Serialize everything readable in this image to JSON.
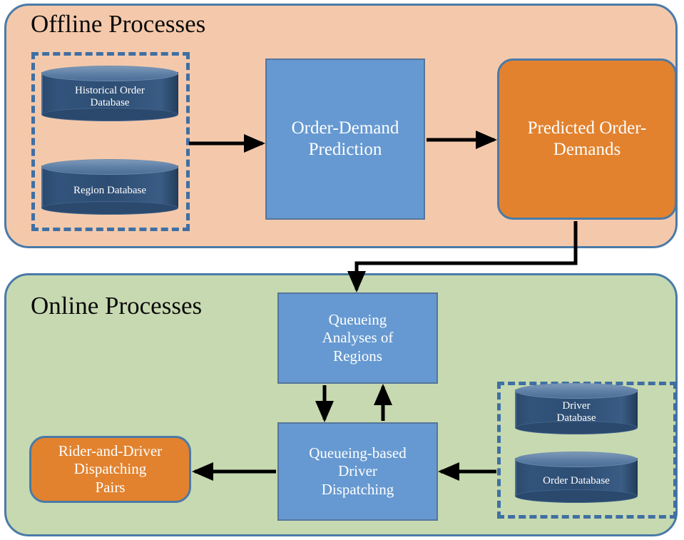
{
  "diagram": {
    "title_offline": "Offline Processes",
    "title_online": "Online Processes",
    "colors": {
      "offline_panel": "#f4c9ab",
      "online_panel": "#c7d9b0",
      "panel_border": "#4a7aa8",
      "process_box": "#6699d1",
      "artifact_box": "#e2822e",
      "database_body": "#2d4d73",
      "dashed_group_border": "#3f6fa3",
      "arrow": "#000000",
      "node_text": "#ffffff",
      "title_text": "#0a0a0a"
    }
  },
  "offline": {
    "title": "Offline Processes",
    "databases": [
      {
        "label": "Historical Order\nDatabase",
        "line1": "Historical Order",
        "line2": "Database"
      },
      {
        "label": "Region Database",
        "line1": "Region Database",
        "line2": ""
      }
    ],
    "nodes": [
      {
        "id": "order-demand-prediction",
        "line1": "Order-Demand",
        "line2": "Prediction",
        "type": "process"
      },
      {
        "id": "predicted-order-demands",
        "line1": "Predicted Order-",
        "line2": "Demands",
        "type": "artifact"
      }
    ]
  },
  "online": {
    "title": "Online Processes",
    "databases": [
      {
        "label": "Driver\nDatabase",
        "line1": "Driver",
        "line2": "Database"
      },
      {
        "label": "Order Database",
        "line1": "Order Database",
        "line2": ""
      }
    ],
    "nodes": [
      {
        "id": "queueing-analyses",
        "line1": "Queueing",
        "line2": "Analyses of",
        "line3": "Regions",
        "type": "process"
      },
      {
        "id": "queueing-dispatching",
        "line1": "Queueing-based",
        "line2": "Driver",
        "line3": "Dispatching",
        "type": "process"
      },
      {
        "id": "rider-driver-pairs",
        "line1": "Rider-and-Driver",
        "line2": "Dispatching",
        "line3": "Pairs",
        "type": "artifact"
      }
    ]
  },
  "edges": [
    {
      "from": "offline-database-group",
      "to": "order-demand-prediction",
      "style": "solid-arrow"
    },
    {
      "from": "order-demand-prediction",
      "to": "predicted-order-demands",
      "style": "solid-arrow"
    },
    {
      "from": "predicted-order-demands",
      "to": "queueing-analyses",
      "style": "elbow-arrow"
    },
    {
      "from": "queueing-analyses",
      "to": "queueing-dispatching",
      "style": "solid-arrow"
    },
    {
      "from": "queueing-dispatching",
      "to": "queueing-analyses",
      "style": "solid-arrow"
    },
    {
      "from": "queueing-dispatching",
      "to": "rider-driver-pairs",
      "style": "solid-arrow"
    },
    {
      "from": "online-database-group",
      "to": "queueing-dispatching",
      "style": "solid-arrow"
    }
  ]
}
